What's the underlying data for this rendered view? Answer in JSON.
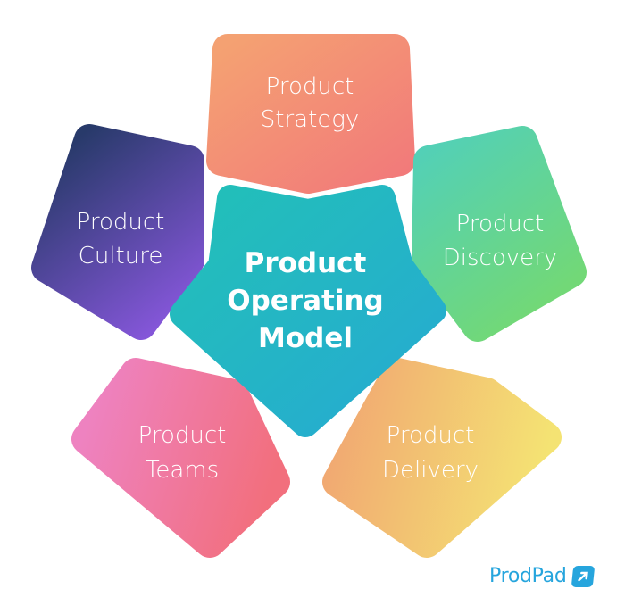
{
  "center": {
    "lines": [
      "Product",
      "Operating",
      "Model"
    ],
    "colors": [
      "#22c0b8",
      "#26aad2"
    ]
  },
  "segments": [
    {
      "id": "strategy",
      "lines": [
        "Product",
        "Strategy"
      ],
      "colors": [
        "#f4a172",
        "#f27a7a"
      ]
    },
    {
      "id": "discovery",
      "lines": [
        "Product",
        "Discovery"
      ],
      "colors": [
        "#52d0b8",
        "#72d877"
      ]
    },
    {
      "id": "delivery",
      "lines": [
        "Product",
        "Delivery"
      ],
      "colors": [
        "#f1a972",
        "#f4e373"
      ]
    },
    {
      "id": "teams",
      "lines": [
        "Product",
        "Teams"
      ],
      "colors": [
        "#ee82c0",
        "#f26f7d"
      ]
    },
    {
      "id": "culture",
      "lines": [
        "Product",
        "Culture"
      ],
      "colors": [
        "#283a6a",
        "#8456d8"
      ]
    }
  ],
  "logo": {
    "text": "ProdPad",
    "color": "#26a5dd"
  }
}
